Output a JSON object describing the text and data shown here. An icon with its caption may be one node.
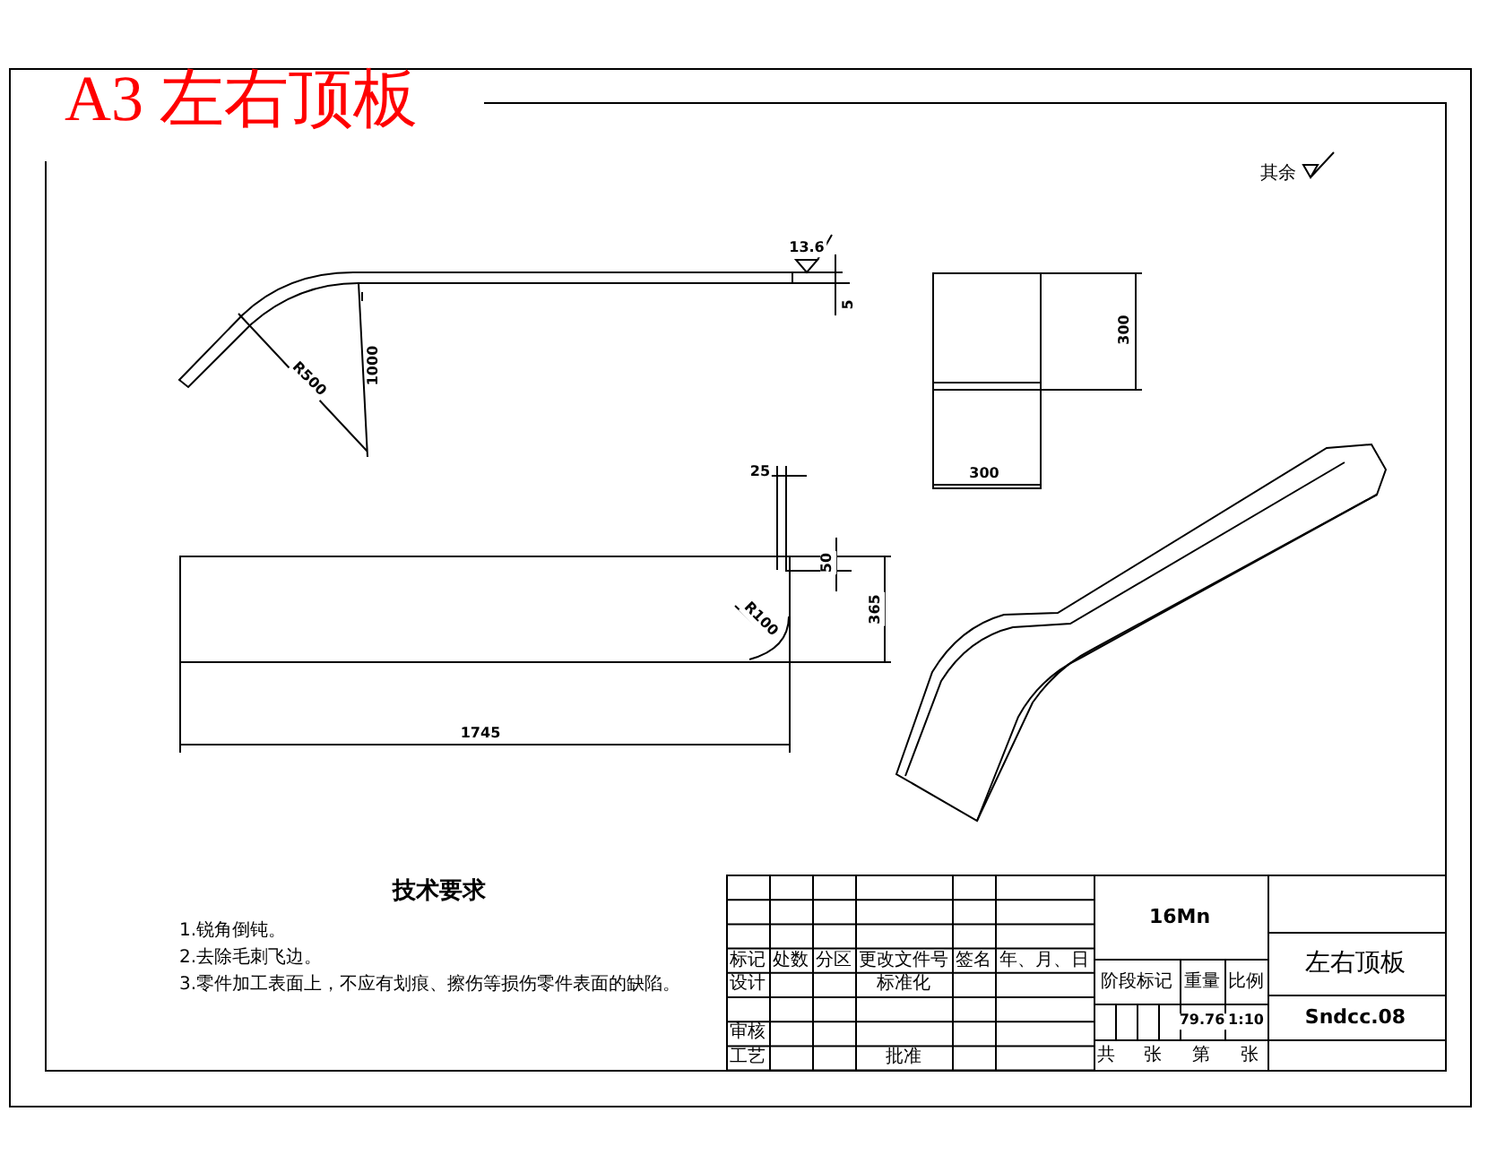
{
  "diagram": {
    "title": "A3 左右顶板",
    "labels": [
      "其余",
      "13.6",
      "5",
      "R500",
      "1000",
      "300",
      "25",
      "300",
      "50",
      "R100",
      "365",
      "1745",
      "技术要求",
      "1.锐角倒钝。",
      "2.去除毛刺飞边。",
      "3.零件加工表面上，不应有划痕、擦伤等损伤零件表面的缺陷。",
      "标记",
      "处数",
      "分区",
      "更改文件号",
      "签名",
      "年、月、日",
      "16Mn",
      "设计",
      "标准化",
      "阶段标记",
      "重量",
      "比例",
      "左右顶板",
      "79.76",
      "1:10",
      "审核",
      "Sndcc.08",
      "工艺",
      "批准",
      "共",
      "张",
      "第",
      "张"
    ]
  }
}
